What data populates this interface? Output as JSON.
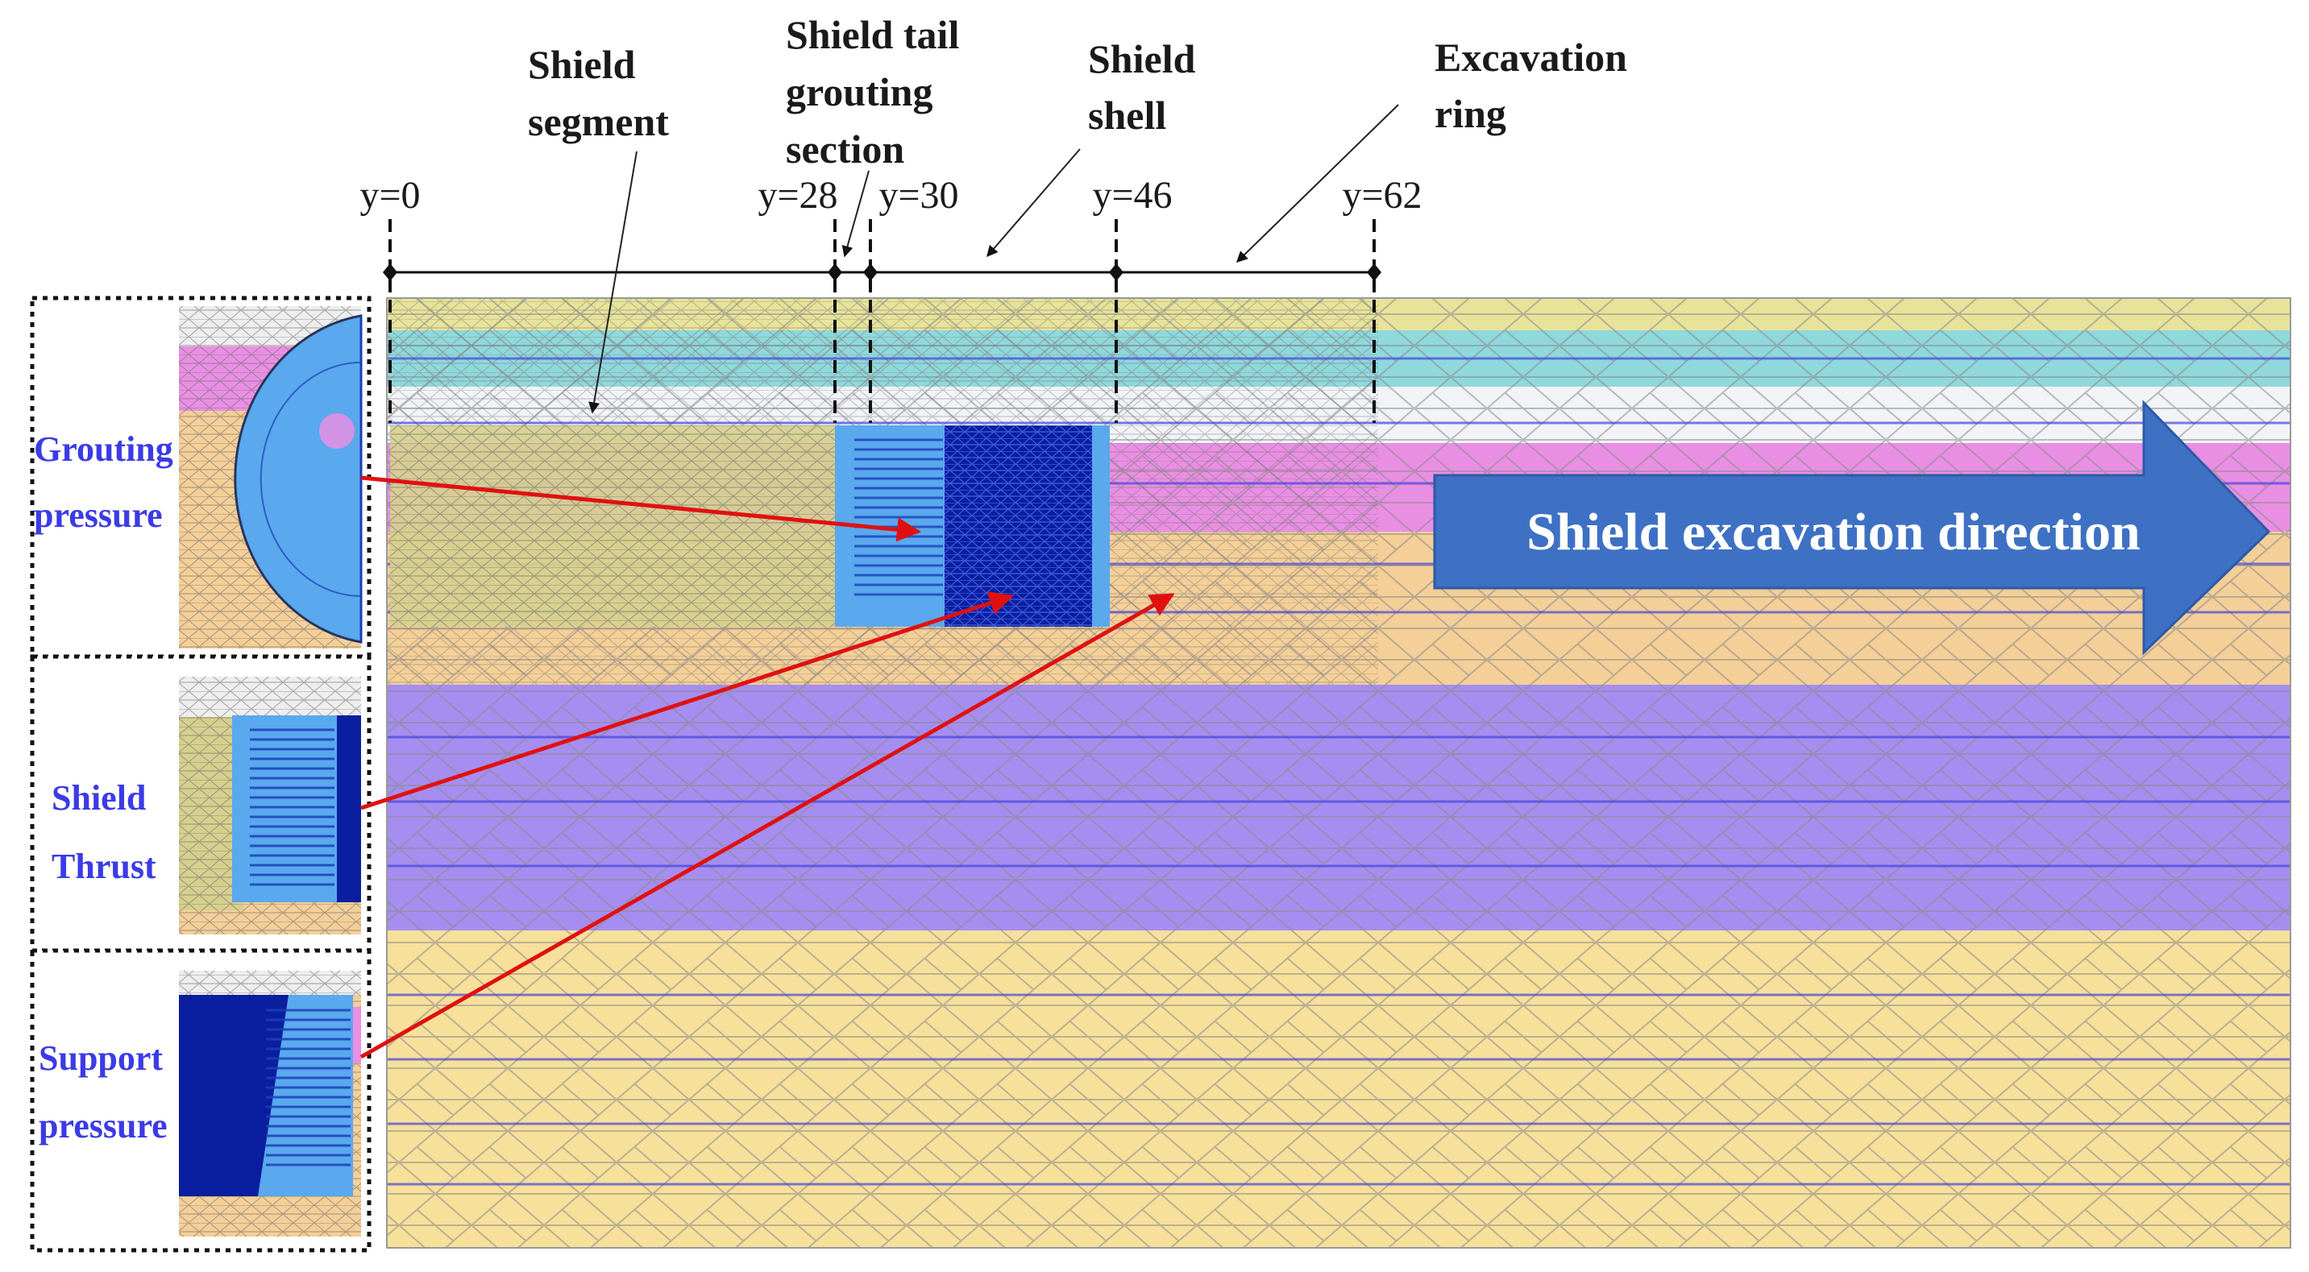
{
  "labels": {
    "shield_segment": [
      "Shield",
      "segment"
    ],
    "shield_tail": [
      "Shield tail",
      "grouting",
      "section"
    ],
    "shield_shell": [
      "Shield",
      "shell"
    ],
    "excavation_ring": [
      "Excavation",
      "ring"
    ]
  },
  "positions": [
    "y=0",
    "y=28",
    "y=30",
    "y=46",
    "y=62"
  ],
  "insets": {
    "grouting": [
      "Grouting",
      "pressure"
    ],
    "thrust": [
      "Shield",
      "Thrust"
    ],
    "support": [
      "Support",
      "pressure"
    ]
  },
  "direction_arrow": "Shield excavation direction",
  "colors": {
    "soil_top_yellow": "#e7e39a",
    "soil_cyan": "#8fd8dc",
    "soil_white": "#f2f3f6",
    "soil_pink": "#e98fe3",
    "soil_orange": "#f4cf97",
    "soil_purple": "#a58ef0",
    "soil_yellow": "#f7e09a",
    "segment_fill": "#d6d08e",
    "grout_blue": "#5aa8ee",
    "shield_navy": "#0a1ea0",
    "arrow_blue": "#3e71c4",
    "leader_red": "#e01010"
  }
}
